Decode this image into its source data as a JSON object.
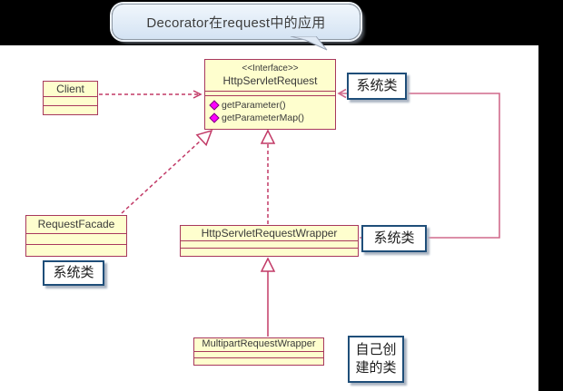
{
  "banner": {
    "title": "Decorator在request中的应用"
  },
  "classes": [
    {
      "name": "Client"
    },
    {
      "stereotype": "<<Interface>>",
      "name": "HttpServletRequest",
      "methods": [
        "getParameter()",
        "getParameterMap()"
      ]
    },
    {
      "name": "RequestFacade"
    },
    {
      "name": "HttpServletRequestWrapper"
    },
    {
      "name": "MultipartRequestWrapper"
    }
  ],
  "labels": {
    "system_top": "系统类",
    "system_mid": "系统类",
    "system_left": "系统类",
    "self_created": "自己创建的类"
  },
  "relations": [
    {
      "from": "Client",
      "to": "HttpServletRequest",
      "type": "dependency (dashed open arrow)"
    },
    {
      "from": "RequestFacade",
      "to": "HttpServletRequest",
      "type": "realization (dashed, hollow triangle)"
    },
    {
      "from": "HttpServletRequestWrapper",
      "to": "HttpServletRequest",
      "type": "realization (dashed, hollow triangle)"
    },
    {
      "from": "MultipartRequestWrapper",
      "to": "HttpServletRequestWrapper",
      "type": "generalization (solid, hollow triangle)"
    },
    {
      "from": "系统类 annotations",
      "to": "HttpServletRequest / HttpServletRequestWrapper",
      "type": "annotation connector routed along right side"
    }
  ],
  "colors": {
    "background": "#FFFFFF",
    "frame_bands": "#000000",
    "class_fill": "#FEFECE",
    "class_border": "#A8385D",
    "uml_connector": "#C23A67",
    "label_connector": "#D06A8C",
    "note_border": "#1F4E79",
    "banner_fill": "#D9E7F5",
    "method_icon": "#FF00FF"
  }
}
